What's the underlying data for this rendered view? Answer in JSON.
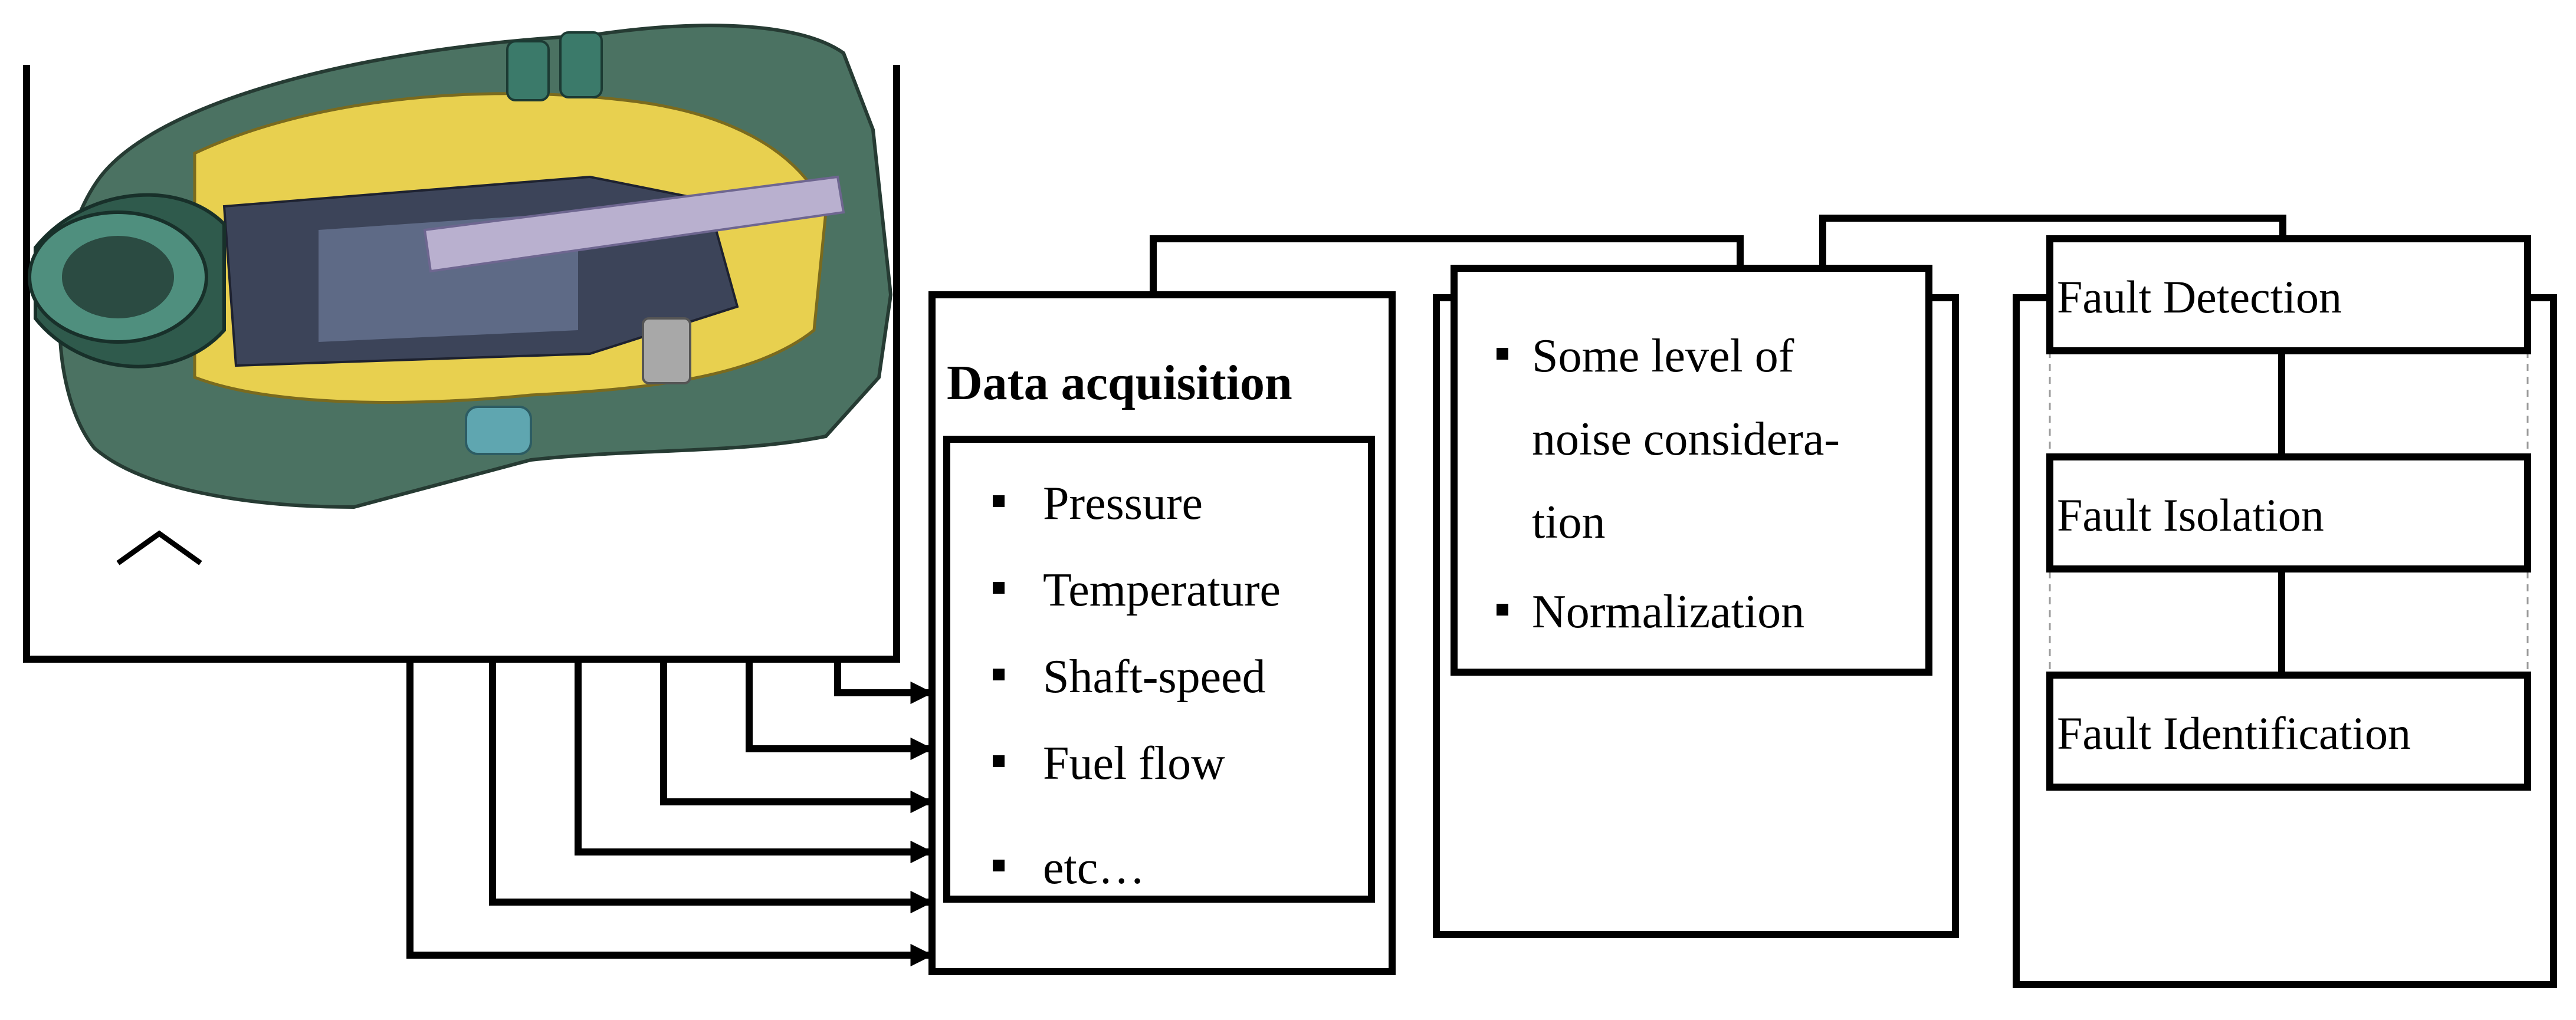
{
  "acquisition": {
    "title": "Data acquisition",
    "items": [
      "Pressure",
      "Temperature",
      "Shaft-speed",
      "Fuel flow",
      "etc…"
    ]
  },
  "preprocessing": {
    "line1": "Some level of",
    "line2": "noise considera-",
    "line3": "tion",
    "line4": "Normalization"
  },
  "fdi": {
    "steps": [
      "Fault Detection",
      "Fault Isolation",
      "Fault Identification"
    ]
  },
  "engine": {
    "icon": "gas-turbine-engine-cutaway-icon",
    "colors": {
      "casing": "#2f5a4c",
      "inner": "#e8d04f",
      "shaft": "#b9b0cf",
      "dark": "#3c4459"
    }
  }
}
